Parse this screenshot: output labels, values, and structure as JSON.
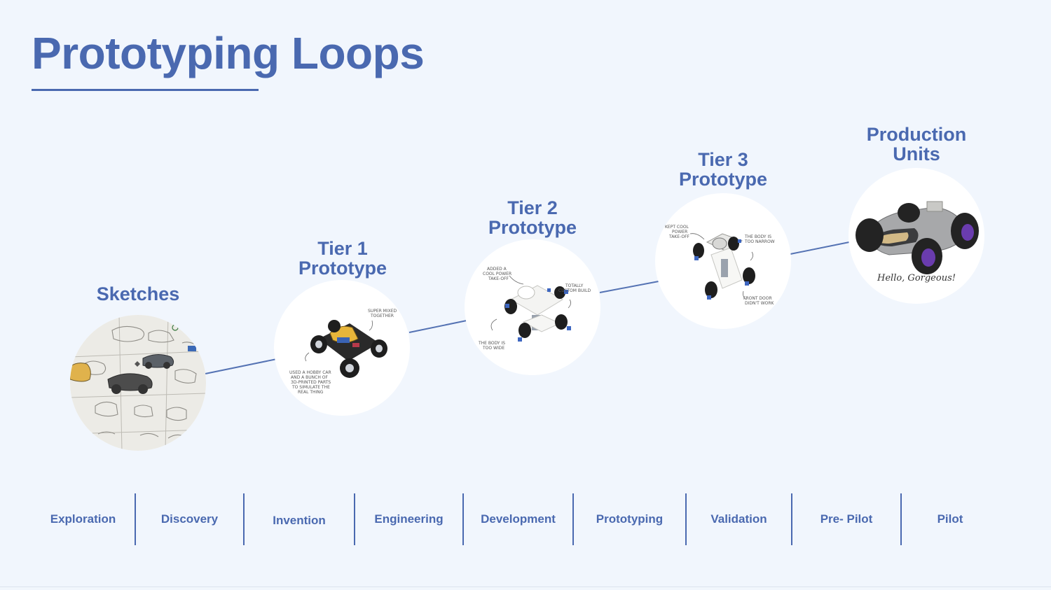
{
  "title": "Prototyping Loops",
  "stages": [
    {
      "label": "Sketches"
    },
    {
      "label": "Tier 1\nPrototype",
      "notes": [
        "SUPER MIXED",
        "TOGETHER",
        "USED A HOBBY CAR",
        "AND A BUNCH OF",
        "3D-PRINTED PARTS",
        "TO SIMULATE THE",
        "REAL THING"
      ]
    },
    {
      "label": "Tier 2\nPrototype",
      "notes": [
        "ADDED A",
        "COOL POWER",
        "TAKE-OFF",
        "TOTALLY",
        "CUSTOM BUILD",
        "THE BODY IS",
        "TOO WIDE"
      ]
    },
    {
      "label": "Tier 3\nPrototype",
      "notes": [
        "KEPT COOL",
        "POWER",
        "TAKE-OFF",
        "THE BODY IS",
        "TOO NARROW",
        "FRONT DOOR",
        "DIDN'T WORK"
      ]
    },
    {
      "label": "Production\nUnits",
      "caption": "Hello, Gorgeous!"
    }
  ],
  "phases": [
    "Exploration",
    "Discovery",
    "Invention",
    "Engineering",
    "Development",
    "Prototyping",
    "Validation",
    "Pre- Pilot",
    "Pilot"
  ],
  "colors": {
    "accent": "#4a69b0",
    "background": "#f1f6fd"
  }
}
